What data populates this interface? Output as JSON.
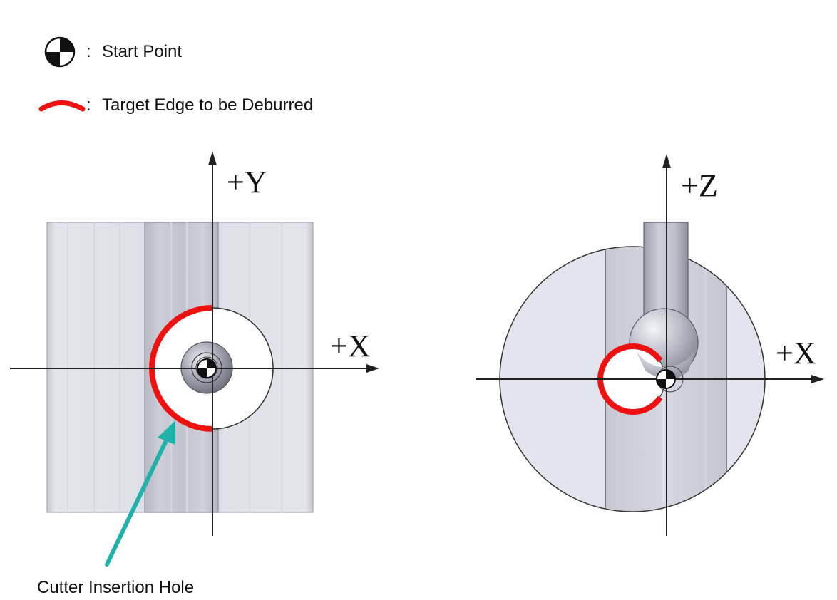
{
  "legend": {
    "start_point": {
      "separator": ":",
      "label": "Start Point",
      "icon": "start-point-marker-icon"
    },
    "target_edge": {
      "separator": ":",
      "label": "Target Edge to be Deburred",
      "icon": "red-arc-icon"
    }
  },
  "left_view": {
    "axis_vertical": "+Y",
    "axis_horizontal": "+X",
    "callout": "Cutter Insertion Hole"
  },
  "right_view": {
    "axis_vertical": "+Z",
    "axis_horizontal": "+X"
  },
  "colors": {
    "target_edge": "#ee1111",
    "callout_arrow": "#20b2aa",
    "part_fill": "#dcdee6",
    "channel_fill": "#c9cad4",
    "outline": "#222222"
  }
}
